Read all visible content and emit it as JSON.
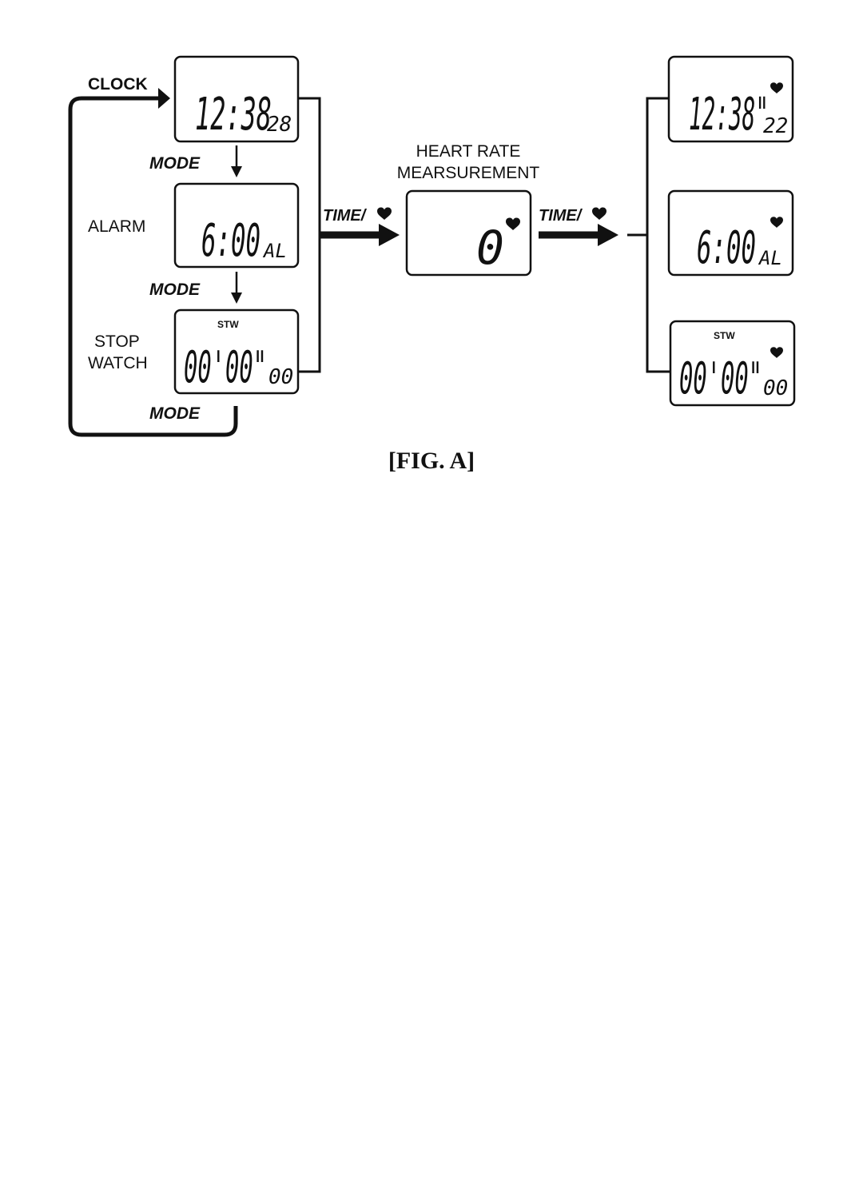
{
  "labels": {
    "clock": "CLOCK",
    "alarm": "ALARM",
    "stop_watch_line1": "STOP",
    "stop_watch_line2": "WATCH",
    "mode": "MODE",
    "time_heart": "TIME/",
    "heart_rate_line1": "HEART RATE",
    "heart_rate_line2": "MEARSUREMENT"
  },
  "displays": {
    "clock": {
      "main": "12:38",
      "small": "28"
    },
    "alarm": {
      "main": "6:00",
      "small": "AL"
    },
    "stopwatch": {
      "top": "STW",
      "main": "00'00\"",
      "small": "00"
    },
    "heart_rate": {
      "main": "0"
    },
    "clock_hr": {
      "main": "12:38\"",
      "small": "22"
    },
    "alarm_hr": {
      "main": "6:00",
      "small": "AL"
    },
    "stopwatch_hr": {
      "top": "STW",
      "main": "00'00\"",
      "small": "00"
    }
  },
  "caption": "[FIG. A]",
  "icons": {
    "heart": "heart-icon"
  }
}
